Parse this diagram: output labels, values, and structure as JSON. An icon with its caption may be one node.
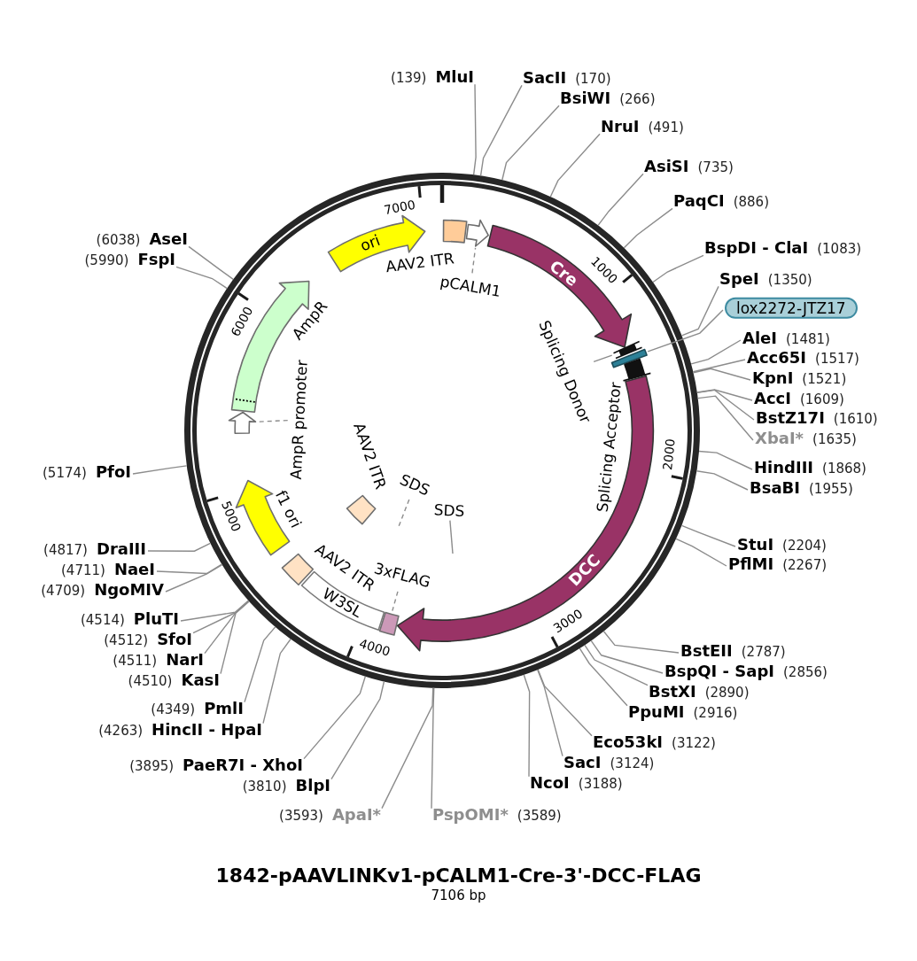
{
  "diagram": {
    "title": "1842-pAAVLINKv1-pCALM1-Cre-3'-DCC-FLAG",
    "nodes": [
      {
        "text": [
          "MluI"
        ],
        "beside": [
          "(139)"
        ]
      },
      {
        "text": [
          "SacII"
        ],
        "beside": [
          "(170)"
        ]
      },
      {
        "text": [
          "BsiWI"
        ],
        "beside": [
          "(266)"
        ]
      },
      {
        "text": [
          "NruI"
        ],
        "beside": [
          "(491)"
        ]
      },
      {
        "text": [
          "AsiSI"
        ],
        "beside": [
          "(735)"
        ]
      },
      {
        "text": [
          "PaqCI"
        ],
        "beside": [
          "(886)"
        ]
      },
      {
        "text": [
          "BspDI - ClaI"
        ],
        "beside": [
          "(1083)"
        ]
      },
      {
        "text": [
          "SpeI"
        ],
        "beside": [
          "(1350)"
        ]
      },
      {
        "text": [
          "lox2272-JTZ17"
        ]
      },
      {
        "text": [
          "AleI"
        ],
        "beside": [
          "(1481)"
        ]
      },
      {
        "text": [
          "Acc65I"
        ],
        "beside": [
          "(1517)"
        ]
      },
      {
        "text": [
          "KpnI"
        ],
        "beside": [
          "(1521)"
        ]
      },
      {
        "text": [
          "AccI"
        ],
        "beside": [
          "(1609)"
        ]
      },
      {
        "text": [
          "BstZ17I"
        ],
        "beside": [
          "(1610)"
        ]
      },
      {
        "text": [
          "XbaI*"
        ],
        "beside": [
          "(1635)"
        ]
      },
      {
        "text": [
          "HindIII"
        ],
        "beside": [
          "(1868)"
        ]
      },
      {
        "text": [
          "BsaBI"
        ],
        "beside": [
          "(1955)"
        ]
      },
      {
        "text": [
          "StuI"
        ],
        "beside": [
          "(2204)"
        ]
      },
      {
        "text": [
          "PflMI"
        ],
        "beside": [
          "(2267)"
        ]
      },
      {
        "text": [
          "BstEII"
        ],
        "beside": [
          "(2787)"
        ]
      },
      {
        "text": [
          "BspQI - SapI"
        ],
        "beside": [
          "(2856)"
        ]
      },
      {
        "text": [
          "BstXI"
        ],
        "beside": [
          "(2890)"
        ]
      },
      {
        "text": [
          "PpuMI"
        ],
        "beside": [
          "(2916)"
        ]
      },
      {
        "text": [
          "Eco53kI"
        ],
        "beside": [
          "(3122)"
        ]
      },
      {
        "text": [
          "SacI"
        ],
        "beside": [
          "(3124)"
        ]
      },
      {
        "text": [
          "NcoI"
        ],
        "beside": [
          "(3188)"
        ]
      },
      {
        "text": [
          "PspOMI*"
        ],
        "beside": [
          "(3589)"
        ]
      },
      {
        "text": [
          "ApaI*"
        ],
        "beside": [
          "(3593)"
        ]
      },
      {
        "text": [
          "BlpI"
        ],
        "beside": [
          "(3810)"
        ]
      },
      {
        "text": [
          "PaeR7I - XhoI"
        ],
        "beside": [
          "(3895)"
        ]
      },
      {
        "text": [
          "HincII - HpaI"
        ],
        "beside": [
          "(4263)"
        ]
      },
      {
        "text": [
          "PmlI"
        ],
        "beside": [
          "(4349)"
        ]
      },
      {
        "text": [
          "KasI"
        ],
        "beside": [
          "(4510)"
        ]
      },
      {
        "text": [
          "NarI"
        ],
        "beside": [
          "(4511)"
        ]
      },
      {
        "text": [
          "SfoI"
        ],
        "beside": [
          "(4512)"
        ]
      },
      {
        "text": [
          "PluTI"
        ],
        "beside": [
          "(4514)"
        ]
      },
      {
        "text": [
          "NgoMIV"
        ],
        "beside": [
          "(4709)"
        ]
      },
      {
        "text": [
          "NaeI"
        ],
        "beside": [
          "(4711)"
        ]
      },
      {
        "text": [
          "DraIII"
        ],
        "beside": [
          "(4817)"
        ]
      },
      {
        "text": [
          "PfoI"
        ],
        "beside": [
          "(5174)"
        ]
      },
      {
        "text": [
          "FspI"
        ],
        "beside": [
          "(5990)"
        ]
      },
      {
        "text": [
          "AseI"
        ],
        "beside": [
          "(6038)"
        ]
      },
      {
        "text": [
          "ori"
        ]
      },
      {
        "text": [],
        "shape": "box"
      },
      {
        "text": [],
        "shape": "arrow"
      },
      {
        "text": [
          "pCALM1"
        ]
      },
      {
        "text": [
          "Cre"
        ]
      },
      {
        "text": [],
        "shape": "bar"
      },
      {
        "text": [
          "Splicing Donor"
        ]
      },
      {
        "text": [],
        "shape": "bar"
      },
      {
        "text": [],
        "shape": "bar",
        "beside": [
          "Splicing Acceptor"
        ]
      },
      {
        "text": [
          "DCC"
        ]
      },
      {
        "text": [],
        "shape": "box"
      },
      {
        "text": [
          "3xFLAG"
        ]
      },
      {
        "text": [
          "W3SL"
        ]
      },
      {
        "text": [],
        "shape": "box",
        "beside": [
          "AAV2 ITR"
        ]
      },
      {
        "text": [],
        "shape": "arrow",
        "beside": [
          "f1 ori"
        ]
      },
      {
        "text": [],
        "shape": "arrow"
      },
      {
        "text": [
          "AmpR promoter"
        ]
      },
      {
        "text": [],
        "shape": "arrow",
        "beside": [
          "AmpR"
        ]
      },
      {
        "text": [],
        "shape": "box",
        "beside": [
          "AAV2 ITR"
        ]
      },
      {
        "text": [
          "SDS"
        ]
      },
      {
        "text": [
          "SDS"
        ]
      }
    ],
    "edges": [
      {
        "from": 0,
        "to": null,
        "arrow": "none"
      },
      {
        "from": 1,
        "to": null,
        "arrow": "none"
      },
      {
        "from": 2,
        "to": null,
        "arrow": "none"
      },
      {
        "from": 3,
        "to": null,
        "arrow": "none"
      },
      {
        "from": 4,
        "to": null,
        "arrow": "none"
      },
      {
        "from": 5,
        "to": null,
        "arrow": "none"
      },
      {
        "from": 6,
        "to": null,
        "arrow": "none"
      },
      {
        "from": 7,
        "to": null,
        "arrow": "none"
      },
      {
        "from": 8,
        "to": 49,
        "arrow": "none"
      },
      {
        "from": 9,
        "to": null,
        "arrow": "none"
      },
      {
        "from": 10,
        "to": null,
        "arrow": "none"
      },
      {
        "from": 11,
        "to": null,
        "arrow": "none"
      },
      {
        "from": 12,
        "to": null,
        "arrow": "none"
      },
      {
        "from": 13,
        "to": null,
        "arrow": "none"
      },
      {
        "from": 14,
        "to": null,
        "arrow": "none"
      },
      {
        "from": 15,
        "to": null,
        "arrow": "none"
      },
      {
        "from": 16,
        "to": null,
        "arrow": "none"
      },
      {
        "from": 17,
        "to": null,
        "arrow": "none"
      },
      {
        "from": 18,
        "to": null,
        "arrow": "none"
      },
      {
        "from": 19,
        "to": null,
        "arrow": "none"
      },
      {
        "from": 20,
        "to": null,
        "arrow": "none"
      },
      {
        "from": 21,
        "to": null,
        "arrow": "none"
      },
      {
        "from": 22,
        "to": null,
        "arrow": "none"
      },
      {
        "from": 23,
        "to": null,
        "arrow": "none"
      },
      {
        "from": 24,
        "to": null,
        "arrow": "none"
      },
      {
        "from": 25,
        "to": null,
        "arrow": "none"
      },
      {
        "from": 26,
        "to": null,
        "arrow": "none"
      },
      {
        "from": 27,
        "to": null,
        "arrow": "none"
      },
      {
        "from": 28,
        "to": null,
        "arrow": "none"
      },
      {
        "from": 29,
        "to": null,
        "arrow": "none"
      },
      {
        "from": 30,
        "to": null,
        "arrow": "none"
      },
      {
        "from": 31,
        "to": null,
        "arrow": "none"
      },
      {
        "from": 32,
        "to": null,
        "arrow": "none"
      },
      {
        "from": 33,
        "to": null,
        "arrow": "none"
      },
      {
        "from": 34,
        "to": null,
        "arrow": "none"
      },
      {
        "from": 35,
        "to": null,
        "arrow": "none"
      },
      {
        "from": 36,
        "to": null,
        "arrow": "none"
      },
      {
        "from": 37,
        "to": null,
        "arrow": "none"
      },
      {
        "from": 38,
        "to": null,
        "arrow": "none"
      },
      {
        "from": 39,
        "to": null,
        "arrow": "none"
      },
      {
        "from": 40,
        "to": null,
        "arrow": "none"
      },
      {
        "from": 41,
        "to": null,
        "arrow": "none"
      },
      {
        "from": 45,
        "to": 44,
        "arrow": "none",
        "style": "dashed"
      },
      {
        "from": 48,
        "to": 47,
        "arrow": "none"
      },
      {
        "from": 53,
        "to": 52,
        "arrow": "none",
        "style": "dashed"
      },
      {
        "from": 58,
        "to": 57,
        "arrow": "none",
        "style": "dashed"
      },
      {
        "from": 61,
        "to": null,
        "arrow": "none",
        "style": "dashed"
      },
      {
        "from": 62,
        "to": null,
        "arrow": "none"
      }
    ],
    "labels": [
      "AAV2 ITR",
      "1000",
      "2000",
      "3000",
      "4000",
      "5000",
      "6000",
      "7000",
      "7106 bp"
    ]
  }
}
